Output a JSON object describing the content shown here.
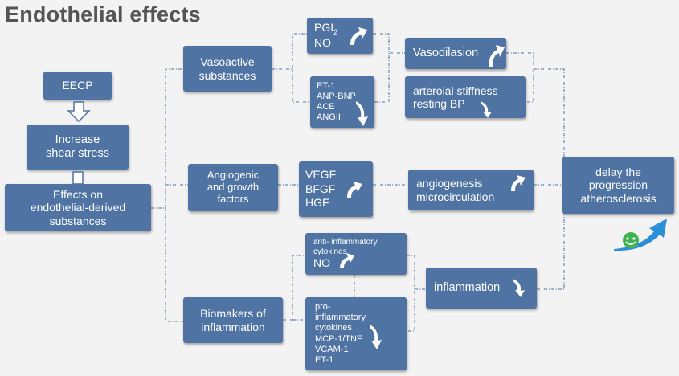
{
  "title": "Endothelial effects",
  "colors": {
    "box": "#4f73a3",
    "text": "#ffffff",
    "line": "#4f73a3",
    "title": "#555555",
    "background": "#f3f3f3",
    "smile_arrow": "#2a8fd8",
    "smile_face": "#3fb34f"
  },
  "nodes": {
    "eecp": "EECP",
    "shear": "Increase\nshear stress",
    "effects": "Effects on\nendothelial-derived\nsubstances",
    "vasoactive": "Vasoactive\nsubstances",
    "angiogenic": "Angiogenic\nand growth\nfactors",
    "biomakers": "Biomakers of\ninflammation",
    "pgi_prefix": "PGI",
    "pgi_sub": "2",
    "no1": "NO",
    "et_group": "ET-1\nANP-BNP\nACE\nANGII",
    "vegf_group": "VEGF\nBFGF\nHGF",
    "anti_inflam": "anti- inflammatory\ncytokines",
    "no2": "NO",
    "pro_inflam": "pro-\ninflammatory\ncytokines\nMCP-1/TNF\nVCAM-1\nET-1",
    "vasodilasion": "Vasodilasion",
    "stiffness": "arteroial stiffness\nresting BP",
    "angiogenesis": "angiogenesis\nmicrocirculation",
    "inflammation": "inflammation",
    "delay": "delay the\nprogression\natherosclerosis"
  },
  "icons": {
    "eecp_to_shear": "hollow-down-arrow-icon",
    "up": "curved-up-arrow-icon",
    "down": "curved-down-arrow-icon",
    "smile": "smiley-up-arrow-icon"
  }
}
